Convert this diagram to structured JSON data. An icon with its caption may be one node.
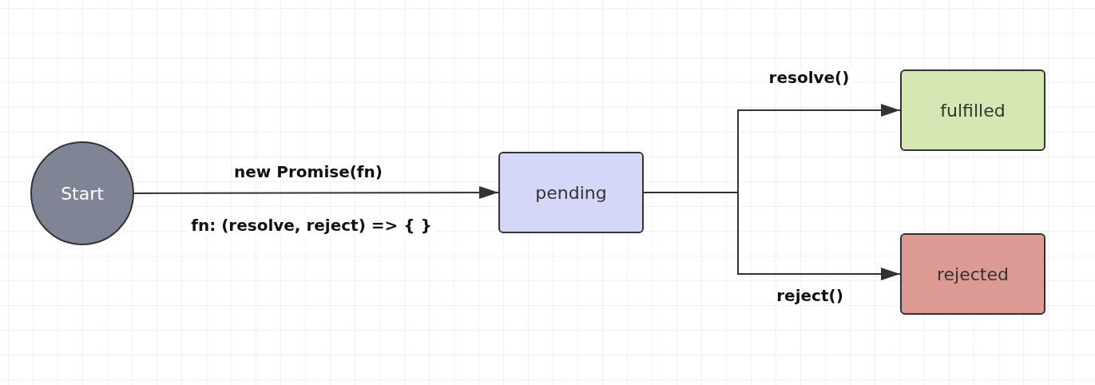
{
  "diagram": {
    "nodes": [
      {
        "text": [
          "Start"
        ]
      },
      {
        "text": [
          "pending"
        ]
      },
      {
        "text": [
          "fulfilled"
        ]
      },
      {
        "text": [
          "rejected"
        ]
      }
    ],
    "edges": [
      {
        "from": 0,
        "to": 1,
        "arrow": "to",
        "label": "new Promise(fn)"
      },
      {
        "from": 1,
        "to": 2,
        "arrow": "to",
        "label": "resolve()"
      },
      {
        "from": 1,
        "to": 3,
        "arrow": "to",
        "label": "reject()"
      }
    ],
    "labels": [
      "fn: (resolve, reject) => { }"
    ]
  }
}
